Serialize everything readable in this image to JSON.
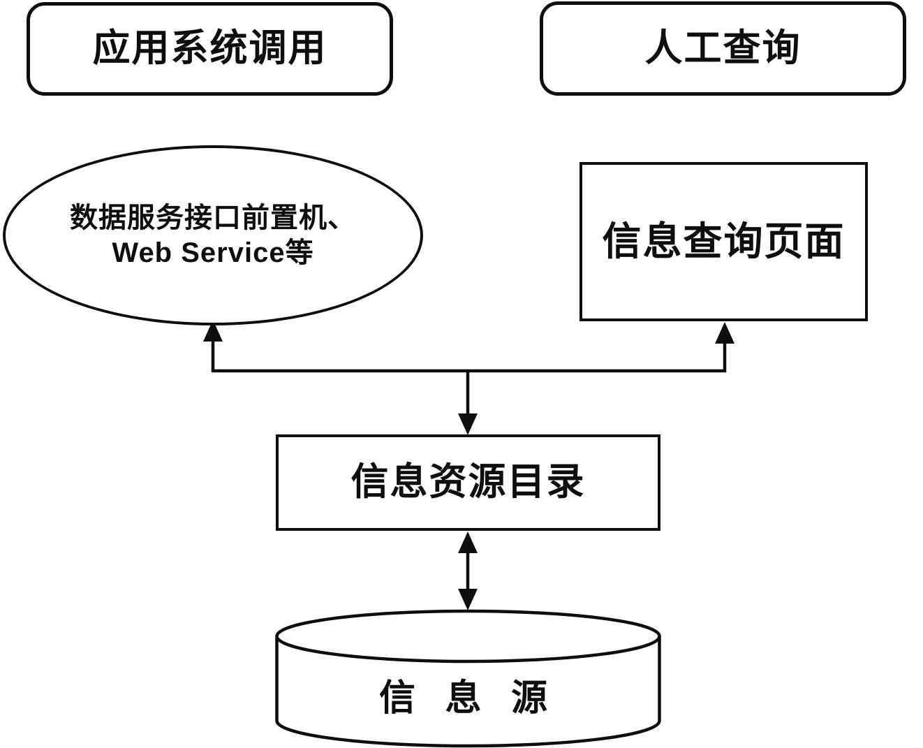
{
  "diagram": {
    "type": "flow-architecture-diagram",
    "background_color": "#ffffff",
    "stroke_color": "#0e0e0e",
    "nodes": {
      "app_system_call": {
        "shape": "rounded-rectangle",
        "label": "应用系统调用"
      },
      "manual_query": {
        "shape": "rounded-rectangle",
        "label": "人工查询"
      },
      "data_service_frontend": {
        "shape": "ellipse",
        "label_line1": "数据服务接口前置机、",
        "label_line2": "Web Service等"
      },
      "info_query_page": {
        "shape": "rectangle",
        "label": "信息查询页面"
      },
      "info_resource_catalog": {
        "shape": "rectangle",
        "label": "信息资源目录"
      },
      "info_source": {
        "shape": "cylinder-database",
        "label": "信 息 源"
      }
    },
    "edges": [
      {
        "from": "branch_junction",
        "to": "data_service_frontend",
        "arrow": "single-up"
      },
      {
        "from": "branch_junction",
        "to": "info_query_page",
        "arrow": "single-up"
      },
      {
        "from": "branch_junction",
        "to": "info_resource_catalog",
        "arrow": "single-down"
      },
      {
        "from": "info_resource_catalog",
        "to": "info_source",
        "arrow": "double-headed"
      }
    ]
  }
}
